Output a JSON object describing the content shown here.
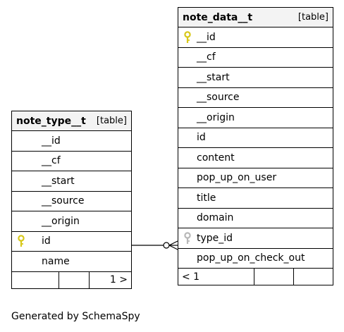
{
  "tables": {
    "note_type": {
      "name": "note_type__t",
      "kind": "[table]",
      "columns": [
        "__id",
        "__cf",
        "__start",
        "__source",
        "__origin",
        "id",
        "name"
      ],
      "pk_column": "id",
      "footer": {
        "left": "",
        "mid": "",
        "right": "1 >"
      }
    },
    "note_data": {
      "name": "note_data__t",
      "kind": "[table]",
      "columns": [
        "__id",
        "__cf",
        "__start",
        "__source",
        "__origin",
        "id",
        "content",
        "pop_up_on_user",
        "title",
        "domain",
        "type_id",
        "pop_up_on_check_out"
      ],
      "pk_column": "__id",
      "fk_column": "type_id",
      "footer": {
        "left": "< 1",
        "mid": "",
        "right": ""
      }
    }
  },
  "footer_text": "Generated by SchemaSpy",
  "colors": {
    "pk_key": "#d8c81a",
    "fk_key": "#b8b8b8",
    "header_bg": "#f3f3f3"
  }
}
